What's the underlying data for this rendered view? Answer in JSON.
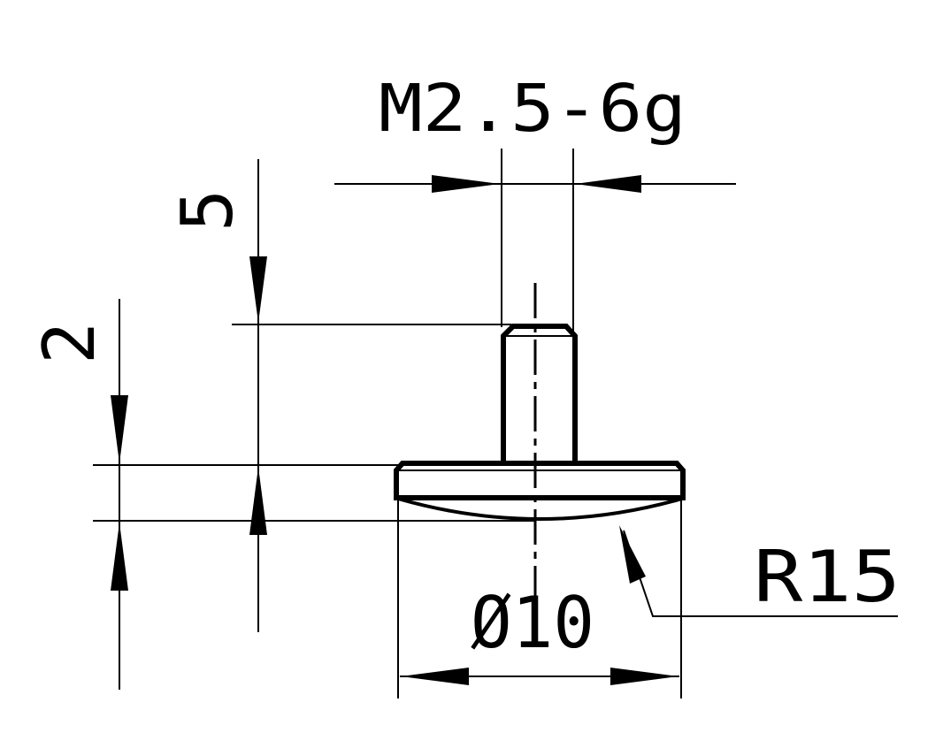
{
  "drawing": {
    "thread_label": "M2.5-6g",
    "stem_length_label": "5",
    "head_height_label": "2",
    "diameter_label": "Ø10",
    "radius_label": "R15"
  },
  "colors": {
    "line": "#000000",
    "background": "#ffffff"
  }
}
